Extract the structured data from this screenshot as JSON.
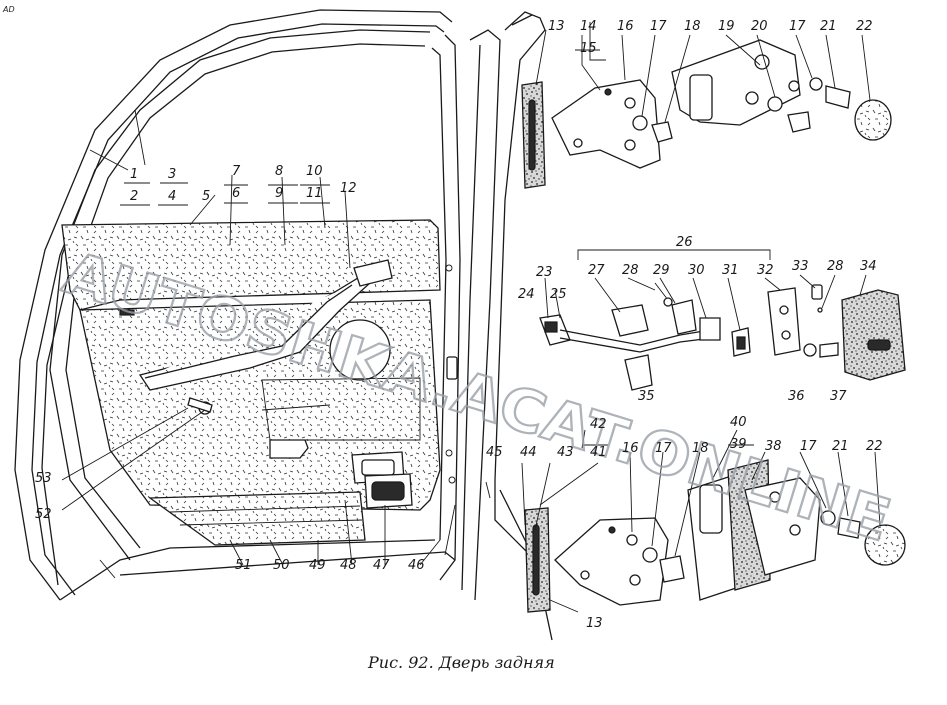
{
  "corner_mark": "AD",
  "caption": "Рис. 92. Дверь задняя",
  "watermark": "AUTOSHKA.ACAT.ONLINE",
  "callouts": [
    {
      "id": "1",
      "text": "1"
    },
    {
      "id": "2",
      "text": "2"
    },
    {
      "id": "3",
      "text": "3"
    },
    {
      "id": "4",
      "text": "4"
    },
    {
      "id": "5",
      "text": "5"
    },
    {
      "id": "6",
      "text": "6"
    },
    {
      "id": "7",
      "text": "7"
    },
    {
      "id": "8",
      "text": "8"
    },
    {
      "id": "9",
      "text": "9"
    },
    {
      "id": "10",
      "text": "10"
    },
    {
      "id": "11",
      "text": "11"
    },
    {
      "id": "12",
      "text": "12"
    },
    {
      "id": "13a",
      "text": "13"
    },
    {
      "id": "14",
      "text": "14"
    },
    {
      "id": "15",
      "text": "15"
    },
    {
      "id": "16a",
      "text": "16"
    },
    {
      "id": "17a",
      "text": "17"
    },
    {
      "id": "18a",
      "text": "18"
    },
    {
      "id": "19",
      "text": "19"
    },
    {
      "id": "20",
      "text": "20"
    },
    {
      "id": "17b",
      "text": "17"
    },
    {
      "id": "21a",
      "text": "21"
    },
    {
      "id": "22a",
      "text": "22"
    },
    {
      "id": "23",
      "text": "23"
    },
    {
      "id": "24",
      "text": "24"
    },
    {
      "id": "25",
      "text": "25"
    },
    {
      "id": "26",
      "text": "26"
    },
    {
      "id": "27",
      "text": "27"
    },
    {
      "id": "28a",
      "text": "28"
    },
    {
      "id": "29",
      "text": "29"
    },
    {
      "id": "30",
      "text": "30"
    },
    {
      "id": "31",
      "text": "31"
    },
    {
      "id": "32",
      "text": "32"
    },
    {
      "id": "33",
      "text": "33"
    },
    {
      "id": "28b",
      "text": "28"
    },
    {
      "id": "34",
      "text": "34"
    },
    {
      "id": "35",
      "text": "35"
    },
    {
      "id": "36",
      "text": "36"
    },
    {
      "id": "37",
      "text": "37"
    },
    {
      "id": "38",
      "text": "38"
    },
    {
      "id": "39",
      "text": "39"
    },
    {
      "id": "40",
      "text": "40"
    },
    {
      "id": "41",
      "text": "41"
    },
    {
      "id": "42",
      "text": "42"
    },
    {
      "id": "43",
      "text": "43"
    },
    {
      "id": "44",
      "text": "44"
    },
    {
      "id": "45",
      "text": "45"
    },
    {
      "id": "46",
      "text": "46"
    },
    {
      "id": "47",
      "text": "47"
    },
    {
      "id": "48",
      "text": "48"
    },
    {
      "id": "49",
      "text": "49"
    },
    {
      "id": "50",
      "text": "50"
    },
    {
      "id": "51",
      "text": "51"
    },
    {
      "id": "52",
      "text": "52"
    },
    {
      "id": "53",
      "text": "53"
    },
    {
      "id": "16b",
      "text": "16"
    },
    {
      "id": "17c",
      "text": "17"
    },
    {
      "id": "18b",
      "text": "18"
    },
    {
      "id": "17d",
      "text": "17"
    },
    {
      "id": "21b",
      "text": "21"
    },
    {
      "id": "22b",
      "text": "22"
    },
    {
      "id": "13b",
      "text": "13"
    }
  ]
}
